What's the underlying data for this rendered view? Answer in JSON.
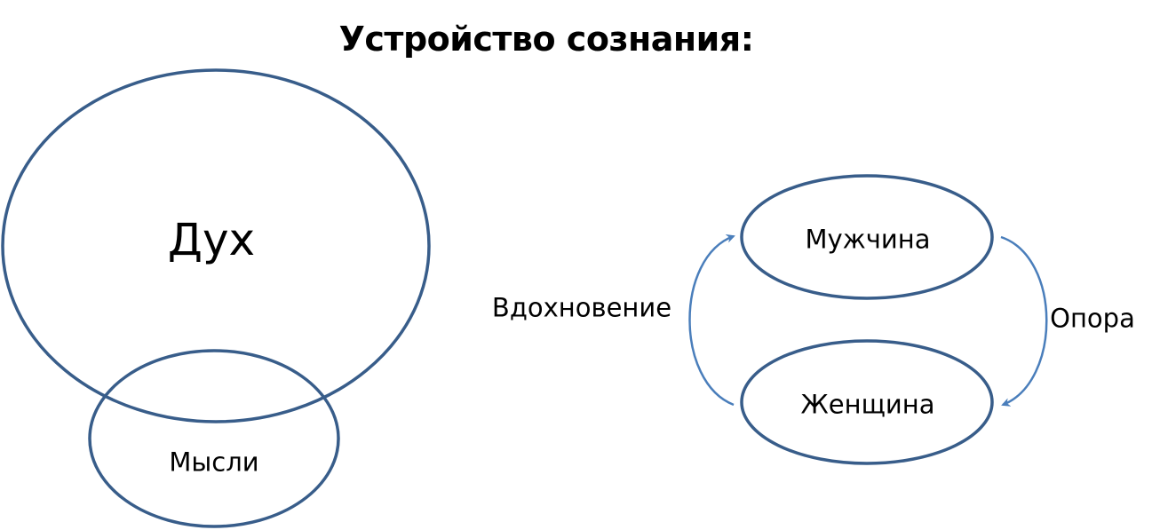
{
  "title": "Устройство сознания:",
  "nodes": {
    "spirit": "Дух",
    "thoughts": "Мысли",
    "man": "Мужчина",
    "woman": "Женщина"
  },
  "edges": {
    "inspiration": "Вдохновение",
    "support": "Опора"
  },
  "colors": {
    "ellipse_stroke": "#385d8a",
    "arrow_stroke": "#4a7ebb",
    "text": "#000000"
  }
}
